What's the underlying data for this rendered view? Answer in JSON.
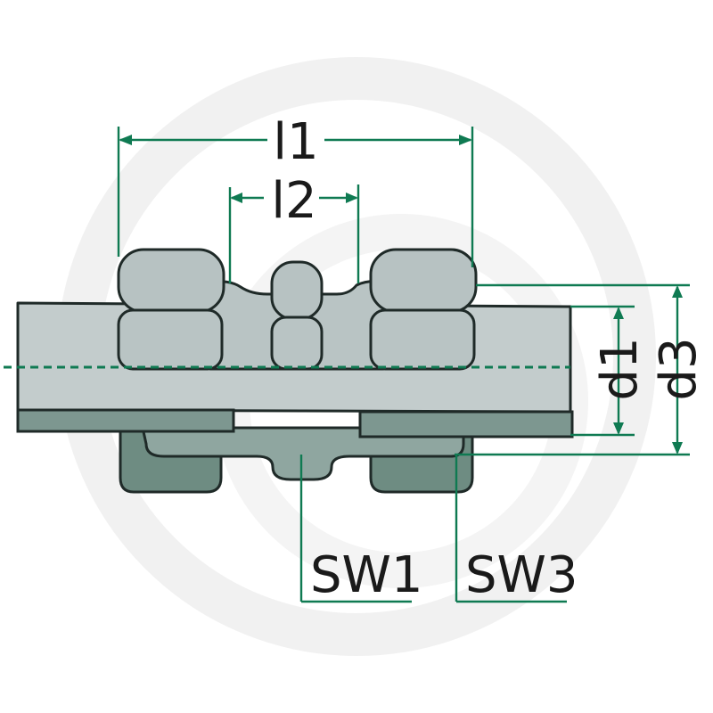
{
  "labels": {
    "l1": "l1",
    "l2": "l2",
    "d1": "d1",
    "d3": "d3",
    "sw1": "SW1",
    "sw3": "SW3"
  },
  "colors": {
    "dimension_line": "#0f7a52",
    "part_light": "#c3cccc",
    "part_mid": "#98aaaa",
    "part_dark": "#6e8c82",
    "outline": "#1f2a28",
    "watermark": "#f1f1f1",
    "centerline": "#0f7a52"
  }
}
